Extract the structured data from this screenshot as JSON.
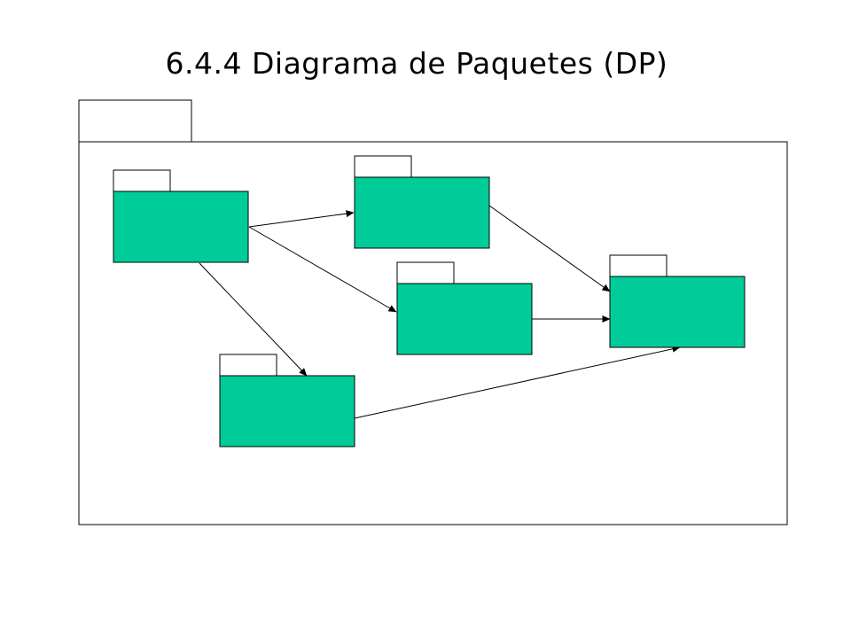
{
  "slide": {
    "title": "6.4.4 Diagrama de Paquetes (DP)"
  },
  "colors": {
    "package_fill": "#00cc99",
    "outline": "#000000",
    "container_fill": "#ffffff"
  },
  "diagram": {
    "type": "package-diagram",
    "container": {
      "id": "outer-package",
      "label": ""
    },
    "packages": [
      {
        "id": "pkg-a",
        "label": ""
      },
      {
        "id": "pkg-b",
        "label": ""
      },
      {
        "id": "pkg-c",
        "label": ""
      },
      {
        "id": "pkg-d",
        "label": ""
      },
      {
        "id": "pkg-e",
        "label": ""
      }
    ],
    "dependencies": [
      {
        "from": "pkg-a",
        "to": "pkg-b"
      },
      {
        "from": "pkg-a",
        "to": "pkg-c"
      },
      {
        "from": "pkg-a",
        "to": "pkg-d"
      },
      {
        "from": "pkg-b",
        "to": "pkg-e"
      },
      {
        "from": "pkg-c",
        "to": "pkg-e"
      },
      {
        "from": "pkg-d",
        "to": "pkg-e"
      }
    ]
  }
}
